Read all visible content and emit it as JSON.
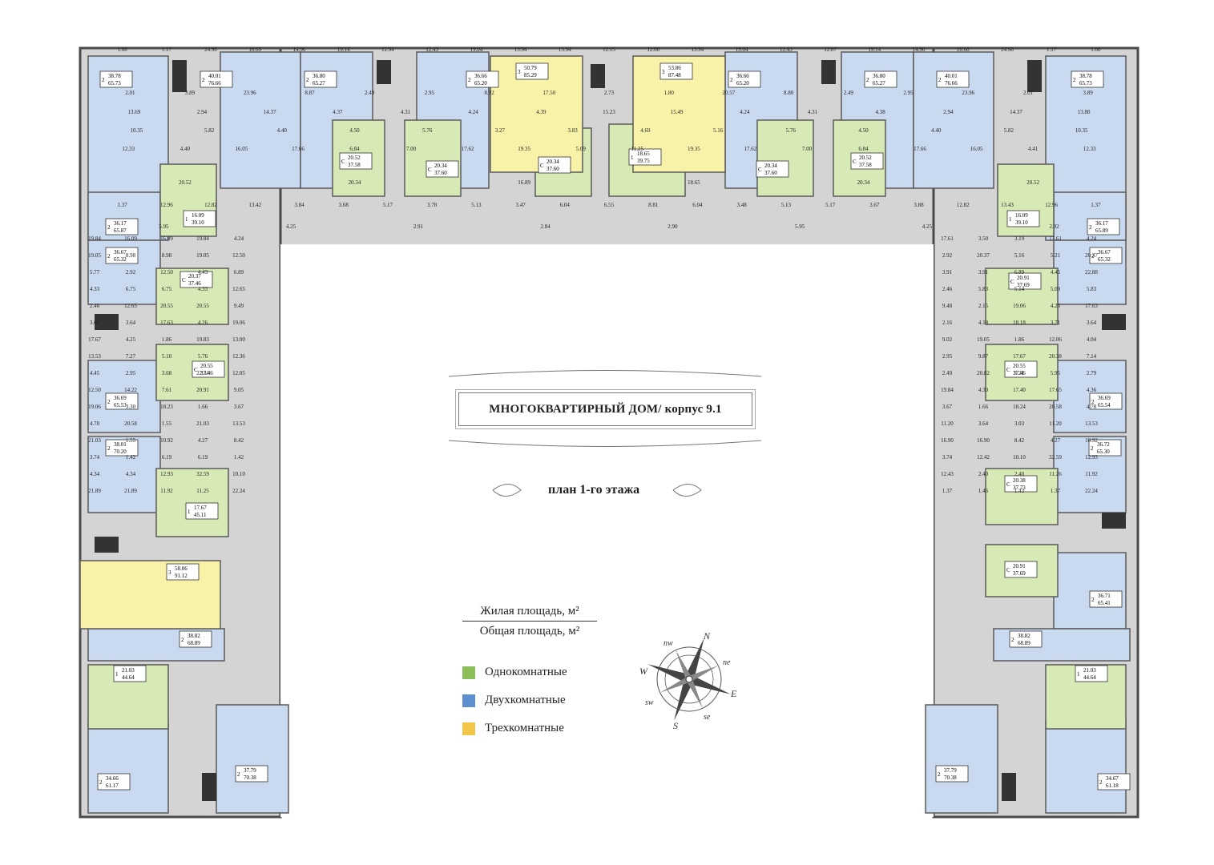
{
  "title": "МНОГОКВАРТИРНЫЙ ДОМ/ корпус 9.1",
  "subtitle": "план 1-го этажа",
  "legend": {
    "living_area": "Жилая площадь, м²",
    "total_area": "Общая площадь, м²",
    "items": [
      {
        "label": "Однокомнатные",
        "color": "#8cbe5a"
      },
      {
        "label": "Двухкомнатные",
        "color": "#5b8fd0"
      },
      {
        "label": "Трехкомнатные",
        "color": "#f3c64a"
      }
    ]
  },
  "colors": {
    "one_room": "#d7e9b4",
    "two_room": "#c9daf0",
    "three_room": "#f8f2a8",
    "common": "#d4d4d4",
    "wall": "#4a4a4a"
  },
  "compass": {
    "labels": [
      "N",
      "nw",
      "ne",
      "W",
      "E",
      "sw",
      "se",
      "S"
    ]
  },
  "apartments": [
    {
      "rooms": "2",
      "living": "38.78",
      "total": "65.73",
      "type": "two"
    },
    {
      "rooms": "2",
      "living": "40.01",
      "total": "76.66",
      "type": "two"
    },
    {
      "rooms": "2",
      "living": "36.80",
      "total": "65.27",
      "type": "two"
    },
    {
      "rooms": "2",
      "living": "36.66",
      "total": "65.20",
      "type": "two"
    },
    {
      "rooms": "3",
      "living": "50.79",
      "total": "85.29",
      "type": "three"
    },
    {
      "rooms": "3",
      "living": "53.86",
      "total": "87.48",
      "type": "three"
    },
    {
      "rooms": "2",
      "living": "36.66",
      "total": "65.20",
      "type": "two"
    },
    {
      "rooms": "2",
      "living": "36.80",
      "total": "65.27",
      "type": "two"
    },
    {
      "rooms": "2",
      "living": "40.01",
      "total": "76.66",
      "type": "two"
    },
    {
      "rooms": "2",
      "living": "38.78",
      "total": "65.73",
      "type": "two"
    },
    {
      "rooms": "С",
      "living": "20.52",
      "total": "37.58",
      "type": "one"
    },
    {
      "rooms": "С",
      "living": "20.34",
      "total": "37.60",
      "type": "one"
    },
    {
      "rooms": "С",
      "living": "20.34",
      "total": "37.60",
      "type": "one"
    },
    {
      "rooms": "1",
      "living": "18.65",
      "total": "39.75",
      "type": "one"
    },
    {
      "rooms": "С",
      "living": "20.34",
      "total": "37.60",
      "type": "one"
    },
    {
      "rooms": "С",
      "living": "20.52",
      "total": "37.58",
      "type": "one"
    },
    {
      "rooms": "1",
      "living": "16.09",
      "total": "39.10",
      "type": "one"
    },
    {
      "rooms": "2",
      "living": "36.17",
      "total": "65.87",
      "type": "two"
    },
    {
      "rooms": "2",
      "living": "36.67",
      "total": "65.32",
      "type": "two"
    },
    {
      "rooms": "С",
      "living": "20.37",
      "total": "37.46",
      "type": "one"
    },
    {
      "rooms": "С",
      "living": "20.55",
      "total": "37.46",
      "type": "one"
    },
    {
      "rooms": "2",
      "living": "36.69",
      "total": "65.53",
      "type": "two"
    },
    {
      "rooms": "2",
      "living": "38.01",
      "total": "70.20",
      "type": "two"
    },
    {
      "rooms": "1",
      "living": "17.67",
      "total": "45.11",
      "type": "one"
    },
    {
      "rooms": "3",
      "living": "58.06",
      "total": "91.12",
      "type": "three"
    },
    {
      "rooms": "2",
      "living": "38.82",
      "total": "68.89",
      "type": "two"
    },
    {
      "rooms": "1",
      "living": "21.03",
      "total": "44.64",
      "type": "one"
    },
    {
      "rooms": "2",
      "living": "34.66",
      "total": "61.17",
      "type": "two"
    },
    {
      "rooms": "2",
      "living": "37.79",
      "total": "70.38",
      "type": "two"
    },
    {
      "rooms": "1",
      "living": "16.09",
      "total": "39.10",
      "type": "one"
    },
    {
      "rooms": "2",
      "living": "36.17",
      "total": "65.89",
      "type": "two"
    },
    {
      "rooms": "2",
      "living": "36.67",
      "total": "65.32",
      "type": "two"
    },
    {
      "rooms": "С",
      "living": "20.91",
      "total": "37.69",
      "type": "one"
    },
    {
      "rooms": "С",
      "living": "20.55",
      "total": "37.46",
      "type": "one"
    },
    {
      "rooms": "2",
      "living": "36.69",
      "total": "65.54",
      "type": "two"
    },
    {
      "rooms": "2",
      "living": "36.72",
      "total": "65.30",
      "type": "two"
    },
    {
      "rooms": "С",
      "living": "20.38",
      "total": "37.73",
      "type": "one"
    },
    {
      "rooms": "С",
      "living": "20.91",
      "total": "37.69",
      "type": "one"
    },
    {
      "rooms": "2",
      "living": "36.71",
      "total": "65.41",
      "type": "two"
    },
    {
      "rooms": "2",
      "living": "38.82",
      "total": "68.89",
      "type": "two"
    },
    {
      "rooms": "1",
      "living": "21.03",
      "total": "44.64",
      "type": "one"
    },
    {
      "rooms": "2",
      "living": "37.79",
      "total": "70.38",
      "type": "two"
    },
    {
      "rooms": "2",
      "living": "34.67",
      "total": "61.18",
      "type": "two"
    }
  ],
  "room_areas": [
    "1.08",
    "1.17",
    "24.98",
    "10.69",
    "14.96",
    "19.14",
    "12.94",
    "12.43",
    "19.04",
    "13.94",
    "13.94",
    "12.15",
    "12.08",
    "13.94",
    "19.04",
    "12.43",
    "12.87",
    "19.14",
    "14.96",
    "10.68",
    "24.98",
    "1.17",
    "1.08",
    "2.01",
    "3.89",
    "23.96",
    "8.87",
    "2.49",
    "2.95",
    "8.92",
    "17.50",
    "2.73",
    "1.80",
    "20.57",
    "8.80",
    "2.49",
    "2.95",
    "23.96",
    "2.01",
    "3.89",
    "13.69",
    "2.94",
    "14.37",
    "4.37",
    "4.31",
    "4.24",
    "4.39",
    "15.23",
    "15.49",
    "4.24",
    "4.31",
    "4.38",
    "2.94",
    "14.37",
    "13.80",
    "10.35",
    "5.82",
    "4.40",
    "4.50",
    "5.76",
    "3.27",
    "3.83",
    "4.69",
    "5.16",
    "5.76",
    "4.50",
    "4.40",
    "5.82",
    "10.35",
    "12.33",
    "4.40",
    "16.05",
    "17.66",
    "6.84",
    "7.00",
    "17.62",
    "19.35",
    "5.09",
    "11.25",
    "19.35",
    "17.62",
    "7.00",
    "6.84",
    "17.66",
    "16.05",
    "4.41",
    "12.33",
    "20.52",
    "20.34",
    "16.89",
    "18.65",
    "20.34",
    "20.52",
    "1.37",
    "12.96",
    "12.82",
    "13.42",
    "3.84",
    "3.68",
    "5.17",
    "3.78",
    "5.13",
    "3.47",
    "6.04",
    "6.55",
    "8.81",
    "6.04",
    "3.48",
    "5.13",
    "5.17",
    "3.67",
    "3.88",
    "12.82",
    "13.43",
    "12.96",
    "1.37",
    "5.95",
    "4.25",
    "2.91",
    "2.84",
    "2.90",
    "5.95",
    "4.25",
    "2.92",
    "19.84",
    "16.09",
    "16.09",
    "19.84",
    "4.24",
    "17.61",
    "3.50",
    "3.19",
    "17.61",
    "4.24",
    "19.05",
    "8.98",
    "8.98",
    "19.05",
    "12.50",
    "2.92",
    "20.37",
    "5.16",
    "5.21",
    "20.37",
    "5.77",
    "2.92",
    "12.50",
    "4.43",
    "6.89",
    "3.91",
    "3.91",
    "6.89",
    "4.45",
    "22.88",
    "4.33",
    "6.75",
    "6.75",
    "4.33",
    "12.65",
    "2.46",
    "5.83",
    "5.14",
    "5.09",
    "5.83",
    "2.46",
    "12.65",
    "20.55",
    "20.55",
    "9.49",
    "9.48",
    "2.15",
    "19.06",
    "4.26",
    "17.63",
    "3.64",
    "3.64",
    "17.63",
    "4.26",
    "19.06",
    "2.16",
    "4.18",
    "18.18",
    "3.71",
    "3.64",
    "17.67",
    "4.25",
    "1.86",
    "19.83",
    "13.00",
    "9.02",
    "19.05",
    "1.86",
    "12.06",
    "4.04",
    "13.53",
    "7.27",
    "5.10",
    "5.76",
    "12.36",
    "2.95",
    "9.87",
    "17.67",
    "20.38",
    "7.14",
    "4.45",
    "2.95",
    "3.68",
    "22.34",
    "12.05",
    "2.49",
    "20.82",
    "5.21",
    "5.95",
    "2.79",
    "12.50",
    "14.22",
    "7.61",
    "20.91",
    "9.05",
    "19.84",
    "4.30",
    "17.40",
    "17.65",
    "4.36",
    "19.06",
    "3.30",
    "18.23",
    "1.66",
    "3.67",
    "3.67",
    "1.66",
    "18.24",
    "20.58",
    "4.78",
    "4.70",
    "20.58",
    "1.55",
    "21.03",
    "13.53",
    "11.20",
    "3.64",
    "3.03",
    "11.20",
    "13.53",
    "21.03",
    "1.55",
    "10.92",
    "4.27",
    "8.42",
    "16.90",
    "16.90",
    "8.42",
    "4.27",
    "10.92",
    "3.74",
    "1.42",
    "6.19",
    "6.19",
    "1.42",
    "3.74",
    "12.42",
    "10.10",
    "32.59",
    "12.93",
    "4.34",
    "4.34",
    "12.93",
    "32.59",
    "10.10",
    "12.43",
    "2.40",
    "2.40",
    "11.26",
    "11.92",
    "21.89",
    "21.89",
    "11.92",
    "11.25",
    "22.24",
    "1.37",
    "1.46",
    "1.43",
    "1.37",
    "22.24"
  ]
}
